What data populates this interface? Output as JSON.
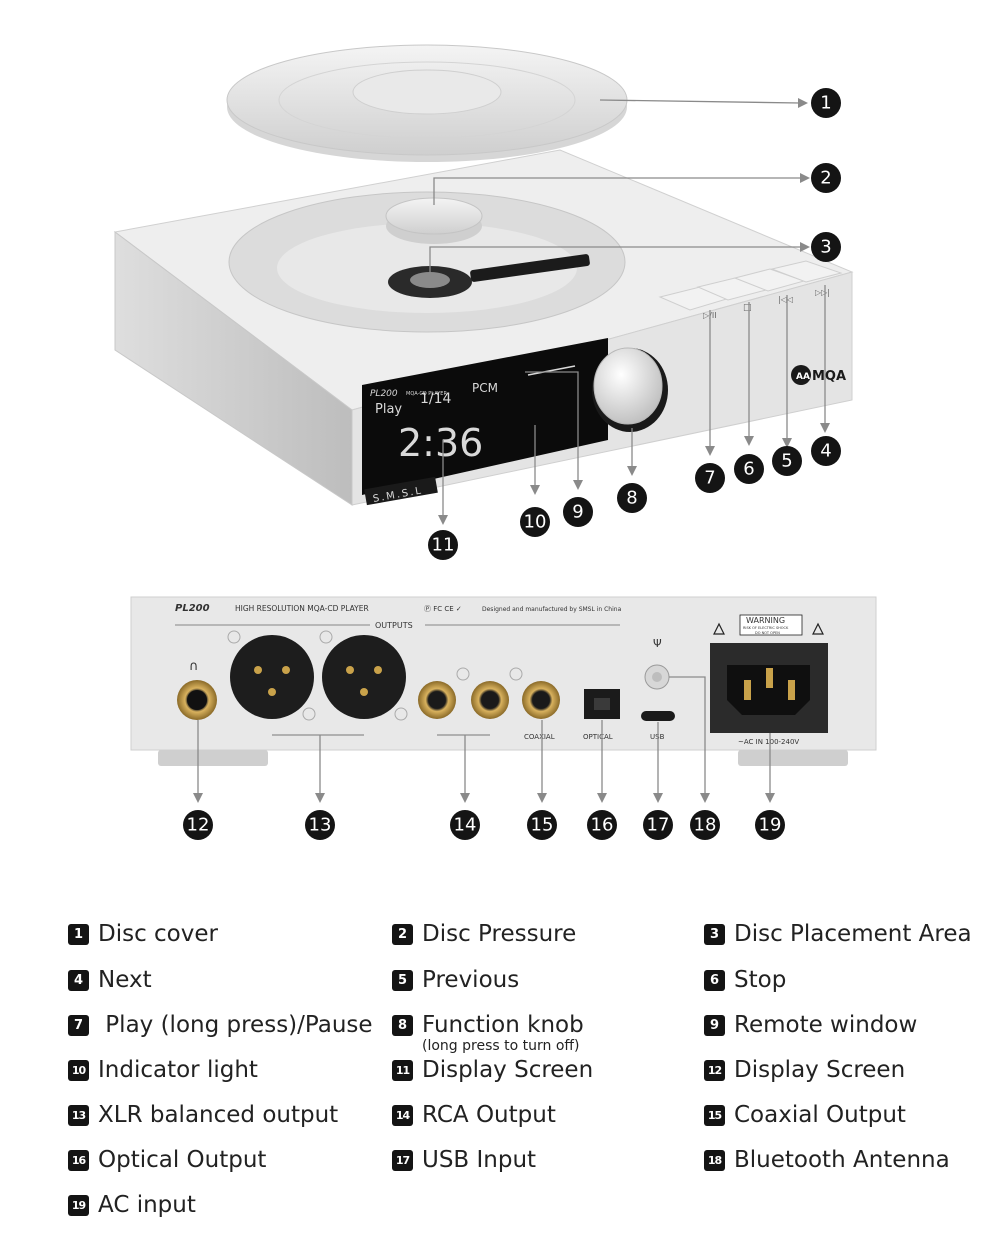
{
  "device_front": {
    "screen_model": "PL200",
    "screen_model_sub": "MQA-CD PLAYER",
    "screen_mode": "Play",
    "screen_track": "1/14",
    "screen_format": "PCM",
    "screen_time": "2:36",
    "brand_plate": "S.M.S.L",
    "mqa_logo": "MQA",
    "button_icons": [
      "play-pause-icon",
      "stop-icon",
      "previous-icon",
      "next-icon"
    ]
  },
  "device_rear": {
    "model_title": "PL200",
    "model_subtitle": "HIGH RESOLUTION MQA-CD PLAYER",
    "cert_text": "Designed and manufactured by SMSL in China",
    "outputs_label": "OUTPUTS",
    "coaxial_label": "COAXIAL",
    "optical_label": "OPTICAL",
    "usb_label": "USB",
    "ac_label": "~AC IN 100-240V",
    "warning_title": "WARNING",
    "warning_line1": "RISK OF ELECTRIC SHOCK",
    "warning_line2": "DO NOT OPEN"
  },
  "markers": [
    "1",
    "2",
    "3",
    "4",
    "5",
    "6",
    "7",
    "8",
    "9",
    "10",
    "11",
    "12",
    "13",
    "14",
    "15",
    "16",
    "17",
    "18",
    "19"
  ],
  "legend": [
    {
      "num": "1",
      "text": "Disc cover"
    },
    {
      "num": "2",
      "text": "Disc Pressure"
    },
    {
      "num": "3",
      "text": "Disc Placement Area"
    },
    {
      "num": "4",
      "text": "Next"
    },
    {
      "num": "5",
      "text": "Previous"
    },
    {
      "num": "6",
      "text": "Stop"
    },
    {
      "num": "7",
      "text": " Play (long press)/Pause"
    },
    {
      "num": "8",
      "text": "Function knob",
      "sub": "(long press to turn off)"
    },
    {
      "num": "9",
      "text": "Remote window"
    },
    {
      "num": "10",
      "text": "Indicator light"
    },
    {
      "num": "11",
      "text": "Display Screen"
    },
    {
      "num": "12",
      "text": "Display Screen"
    },
    {
      "num": "13",
      "text": "XLR balanced output"
    },
    {
      "num": "14",
      "text": "RCA Output"
    },
    {
      "num": "15",
      "text": "Coaxial Output"
    },
    {
      "num": "16",
      "text": "Optical Output"
    },
    {
      "num": "17",
      "text": "USB Input"
    },
    {
      "num": "18",
      "text": "Bluetooth Antenna"
    },
    {
      "num": "19",
      "text": "AC input"
    }
  ],
  "colors": {
    "marker": "#141414",
    "line": "#8a8a8a",
    "aluminum": "#e2e2e2",
    "screen": "#0b0b0b",
    "jack_gold": "#c9a24a"
  }
}
